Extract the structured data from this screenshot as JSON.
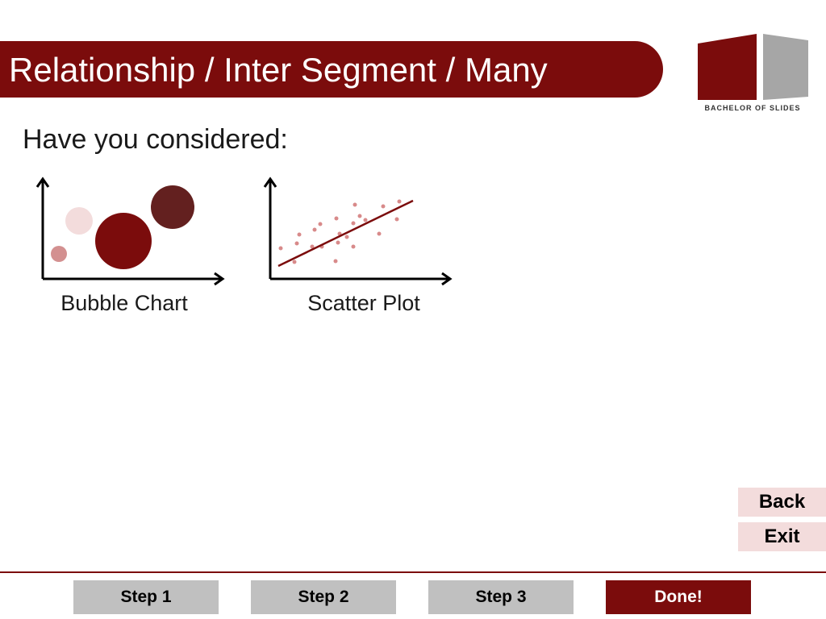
{
  "header": {
    "title": "Relationship / Inter Segment / Many"
  },
  "logo": {
    "text": "Bachelor of Slides",
    "colors": {
      "dark": "#7b0c0c",
      "light": "#a6a6a6"
    }
  },
  "main": {
    "prompt": "Have you considered:",
    "options": [
      {
        "label": "Bubble Chart",
        "icon": "bubble-chart-icon"
      },
      {
        "label": "Scatter Plot",
        "icon": "scatter-plot-icon"
      }
    ]
  },
  "side_nav": {
    "back_label": "Back",
    "exit_label": "Exit"
  },
  "steps": [
    {
      "label": "Step 1",
      "active": false
    },
    {
      "label": "Step 2",
      "active": false
    },
    {
      "label": "Step 3",
      "active": false
    },
    {
      "label": "Done!",
      "active": true
    }
  ],
  "colors": {
    "accent": "#7b0c0c",
    "step_inactive": "#c0c0c0",
    "side_button_bg": "#f3dcdc"
  }
}
